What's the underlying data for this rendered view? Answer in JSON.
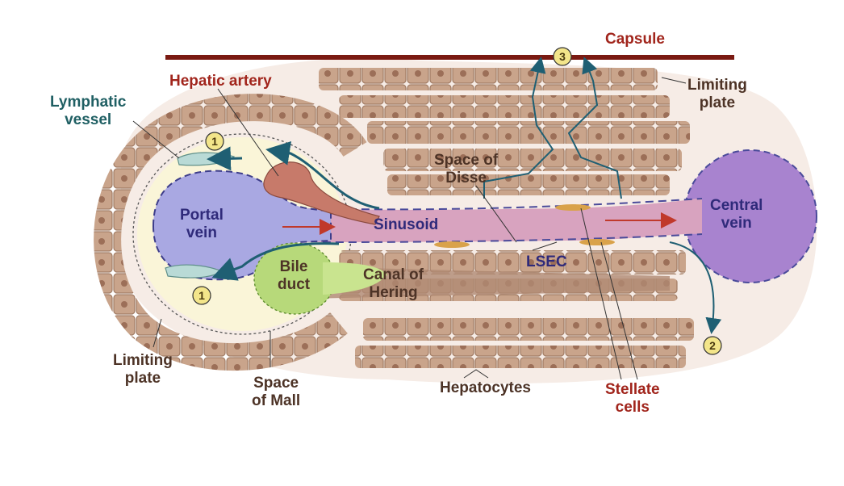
{
  "labels": {
    "capsule": "Capsule",
    "hepatic_artery": "Hepatic artery",
    "limiting_plate_top": "Limiting\nplate",
    "lymphatic_vessel": "Lymphatic\nvessel",
    "portal_vein": "Portal\nvein",
    "sinusoid": "Sinusoid",
    "space_of_disse": "Space of\nDisse",
    "central_vein": "Central\nvein",
    "lsec": "LSEC",
    "bile_duct": "Bile\nduct",
    "canal_of_hering": "Canal of\nHering",
    "limiting_plate_bottom": "Limiting\nplate",
    "space_of_mall": "Space\nof Mall",
    "hepatocytes": "Hepatocytes",
    "stellate_cells": "Stellate\ncells"
  },
  "markers": {
    "m1_top": "1",
    "m1_bottom": "1",
    "m2": "2",
    "m3": "3"
  },
  "colors": {
    "capsule": "#7a1a12",
    "hepatocyte": "#c9a48b",
    "hepatocyte_outline": "#a07a62",
    "portal_vein": "#a9a8e2",
    "central_vein": "#a883cf",
    "sinusoid": "#d8a3bf",
    "artery": "#c77a6a",
    "lymph": "#b9dad6",
    "bile": "#b7d97a",
    "flow_arrow": "#1f5f73",
    "label_red": "#a1251c",
    "label_dark": "#4d3326"
  }
}
